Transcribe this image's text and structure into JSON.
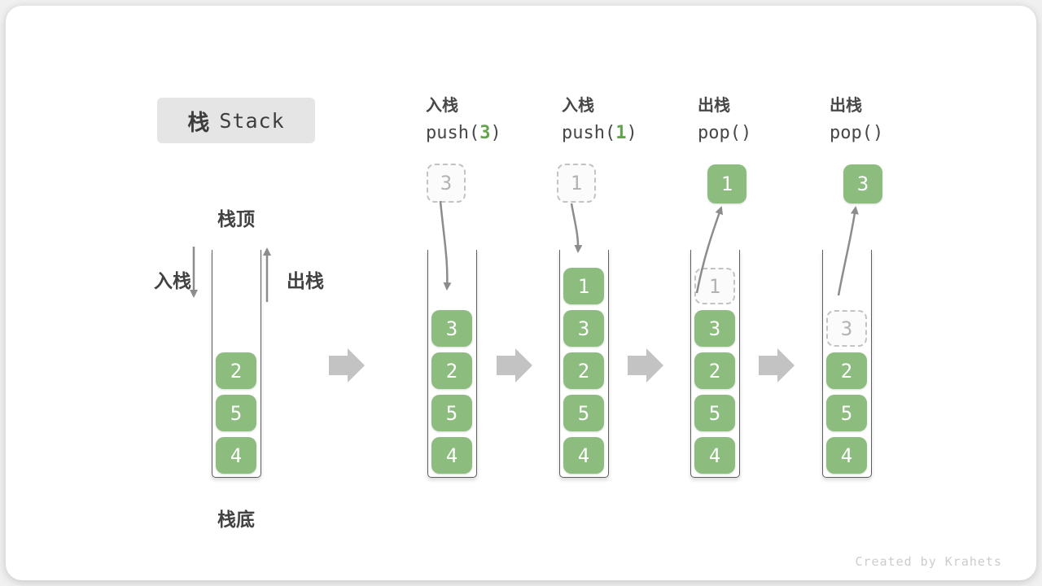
{
  "title": {
    "zh": "栈",
    "en": "Stack"
  },
  "labels": {
    "stack_top": "栈顶",
    "stack_bottom": "栈底",
    "push_side": "入栈",
    "pop_side": "出栈"
  },
  "operations": [
    {
      "label": "入栈",
      "code_pre": "push(",
      "code_arg": "3",
      "code_post": ")",
      "float_value": "3",
      "float_style": "dashed"
    },
    {
      "label": "入栈",
      "code_pre": "push(",
      "code_arg": "1",
      "code_post": ")",
      "float_value": "1",
      "float_style": "dashed"
    },
    {
      "label": "出栈",
      "code_pre": "pop(",
      "code_arg": "",
      "code_post": ")",
      "float_value": "1",
      "float_style": "solid"
    },
    {
      "label": "出栈",
      "code_pre": "pop(",
      "code_arg": "",
      "code_post": ")",
      "float_value": "3",
      "float_style": "solid"
    }
  ],
  "stacks": [
    {
      "name": "initial",
      "cells": [
        {
          "value": "2",
          "type": "solid"
        },
        {
          "value": "5",
          "type": "solid"
        },
        {
          "value": "4",
          "type": "solid"
        }
      ]
    },
    {
      "name": "after-push-3",
      "cells": [
        {
          "value": "3",
          "type": "solid"
        },
        {
          "value": "2",
          "type": "solid"
        },
        {
          "value": "5",
          "type": "solid"
        },
        {
          "value": "4",
          "type": "solid"
        }
      ]
    },
    {
      "name": "after-push-1",
      "cells": [
        {
          "value": "1",
          "type": "solid"
        },
        {
          "value": "3",
          "type": "solid"
        },
        {
          "value": "2",
          "type": "solid"
        },
        {
          "value": "5",
          "type": "solid"
        },
        {
          "value": "4",
          "type": "solid"
        }
      ]
    },
    {
      "name": "after-pop-1",
      "cells": [
        {
          "value": "1",
          "type": "ghost"
        },
        {
          "value": "3",
          "type": "solid"
        },
        {
          "value": "2",
          "type": "solid"
        },
        {
          "value": "5",
          "type": "solid"
        },
        {
          "value": "4",
          "type": "solid"
        }
      ]
    },
    {
      "name": "after-pop-3",
      "cells": [
        {
          "value": "3",
          "type": "ghost"
        },
        {
          "value": "2",
          "type": "solid"
        },
        {
          "value": "5",
          "type": "solid"
        },
        {
          "value": "4",
          "type": "solid"
        }
      ]
    }
  ],
  "footer": {
    "credit": "Created by Krahets"
  },
  "colors": {
    "block_green": "#8cbc7e",
    "code_arg_green": "#63a34d",
    "transition_arrow_gray": "#c2c2c2",
    "curve_arrow_gray": "#8c8c8c",
    "title_bg": "#e5e5e5"
  }
}
